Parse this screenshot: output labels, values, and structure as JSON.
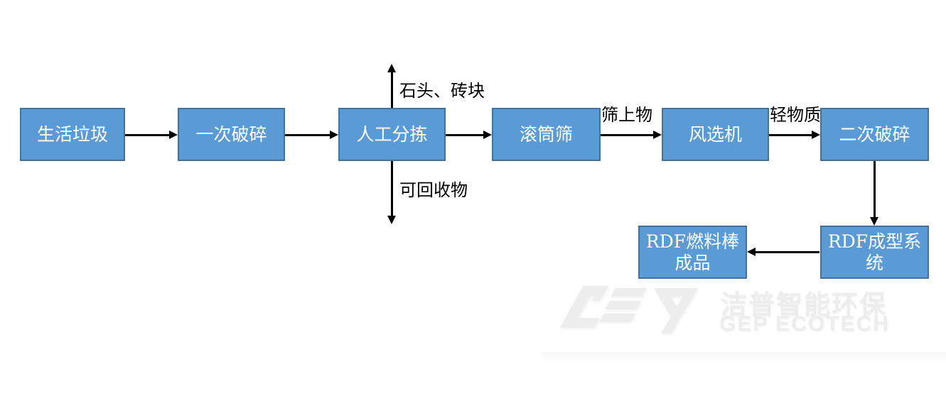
{
  "diagram": {
    "type": "flowchart",
    "colors": {
      "node_fill": "#5b9bd5",
      "node_border": "#41719c",
      "node_text": "#ffffff",
      "label_text": "#000000",
      "arrow": "#000000"
    },
    "nodes": [
      {
        "id": "household-waste",
        "label": "生活垃圾"
      },
      {
        "id": "primary-crushing",
        "label": "一次破碎"
      },
      {
        "id": "manual-sorting",
        "label": "人工分拣"
      },
      {
        "id": "trommel-screen",
        "label": "滚筒筛"
      },
      {
        "id": "air-separator",
        "label": "风选机"
      },
      {
        "id": "secondary-crushing",
        "label": "二次破碎"
      },
      {
        "id": "rdf-fuel-rod-product",
        "label": "RDF燃料棒成品"
      },
      {
        "id": "rdf-forming-system",
        "label": "RDF成型系统"
      }
    ],
    "edges": [
      {
        "from": "生活垃圾",
        "to": "一次破碎",
        "label": ""
      },
      {
        "from": "一次破碎",
        "to": "人工分拣",
        "label": ""
      },
      {
        "from": "人工分拣",
        "to": "滚筒筛",
        "label": ""
      },
      {
        "from": "人工分拣",
        "to": "",
        "direction": "up",
        "label": "石头、砖块"
      },
      {
        "from": "人工分拣",
        "to": "",
        "direction": "down",
        "label": "可回收物"
      },
      {
        "from": "滚筒筛",
        "to": "风选机",
        "label": "筛上物"
      },
      {
        "from": "风选机",
        "to": "二次破碎",
        "label": "轻物质"
      },
      {
        "from": "二次破碎",
        "to": "RDF成型系统",
        "label": ""
      },
      {
        "from": "RDF成型系统",
        "to": "RDF燃料棒成品",
        "label": ""
      }
    ]
  },
  "watermark": {
    "logo": "gep-logo",
    "cn": "洁普智能环保",
    "en": "GEP ECOTECH"
  }
}
